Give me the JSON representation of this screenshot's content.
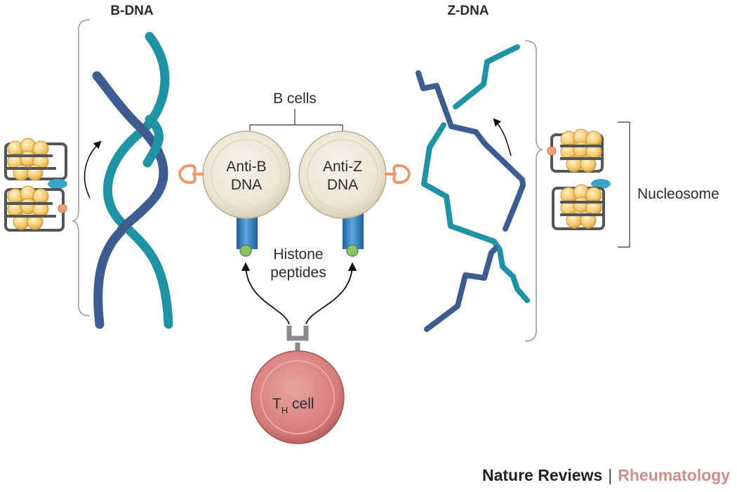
{
  "labels": {
    "b_dna": "B-DNA",
    "z_dna": "Z-DNA",
    "b_cells": "B cells",
    "anti_b_line1": "Anti-B",
    "anti_b_line2": "DNA",
    "anti_z_line1": "Anti-Z",
    "anti_z_line2": "DNA",
    "histone_line1": "Histone",
    "histone_line2": "peptides",
    "th_cell_T": "T",
    "th_cell_sub": "H",
    "th_cell_rest": " cell",
    "nucleosome": "Nucleosome"
  },
  "footer": {
    "journal": "Nature Reviews",
    "separator": "|",
    "section": "Rheumatology"
  },
  "colors": {
    "strand_teal": "#1f93a3",
    "strand_navy": "#3d5c8f",
    "b_cell_fill": "#efeadb",
    "t_cell_fill": "#d77f7f",
    "receptor_blue": "#2f7fc2",
    "peptide_green": "#8cc26a",
    "histone_yellow": "#f5cf78",
    "antibody_orange": "#e89a6c",
    "brand_section": "#c98f88"
  }
}
